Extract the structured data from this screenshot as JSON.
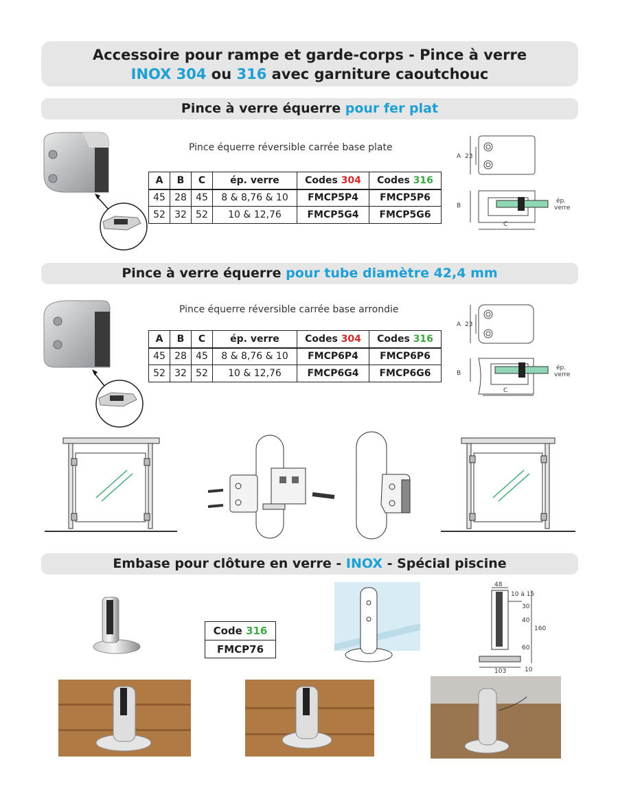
{
  "title": {
    "line1": "Accessoire pour rampe et garde-corps - Pince à verre",
    "line2_a": "INOX 304",
    "line2_b": " ou ",
    "line2_c": "316",
    "line2_d": " avec garniture caoutchouc"
  },
  "section1": {
    "heading_a": "Pince à verre équerre ",
    "heading_b": "pour fer plat",
    "subtitle": "Pince équerre réversible carrée base plate",
    "headers": [
      "A",
      "B",
      "C",
      "ép. verre",
      "Codes ",
      "304",
      "Codes ",
      "316"
    ],
    "rows": [
      [
        "45",
        "28",
        "45",
        "8 & 8,76 & 10",
        "FMCP5P4",
        "FMCP5P6"
      ],
      [
        "52",
        "32",
        "52",
        "10 & 12,76",
        "FMCP5G4",
        "FMCP5G6"
      ]
    ]
  },
  "section2": {
    "heading_a": "Pince à verre équerre ",
    "heading_b": "pour tube diamètre 42,4 mm",
    "subtitle": "Pince équerre réversible carrée base arrondie",
    "headers": [
      "A",
      "B",
      "C",
      "ép. verre",
      "Codes ",
      "304",
      "Codes ",
      "316"
    ],
    "rows": [
      [
        "45",
        "28",
        "45",
        "8 & 8,76 & 10",
        "FMCP6P4",
        "FMCP6P6"
      ],
      [
        "52",
        "32",
        "52",
        "10 & 12,76",
        "FMCP6G4",
        "FMCP6G6"
      ]
    ]
  },
  "drawing_labels": {
    "a": "A",
    "a_val": "23",
    "b": "B",
    "c": "C",
    "ep": "ép.",
    "verre": "verre"
  },
  "section3": {
    "heading_a": "Embase pour clôture en verre - ",
    "heading_b": "INOX",
    "heading_c": " - Spécial piscine",
    "code_label": "Code ",
    "code_num": "316",
    "code_value": "FMCP76"
  },
  "base_dims": {
    "d48": "48",
    "d10a15": "10 à 15",
    "d30": "30",
    "d40": "40",
    "d160": "160",
    "d60": "60",
    "d103": "103",
    "d10": "10"
  },
  "colors": {
    "accent_blue": "#1ca0d6",
    "code_304_red": "#d62a2a",
    "code_316_green": "#3ea843",
    "bar_grey": "#e6e6e6",
    "glass_green": "#8fd6b4"
  }
}
